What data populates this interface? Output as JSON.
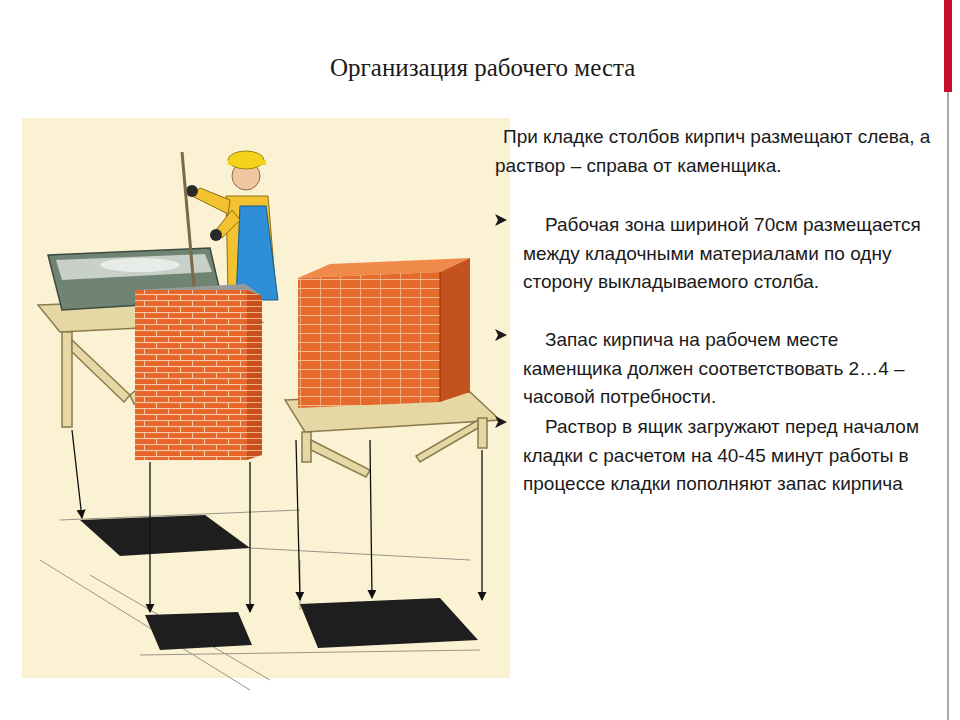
{
  "diagram": {
    "title": "Организация рабочего места",
    "labels": [
      "При кладке столбов кирпич размещают слева, а раствор – справа от каменщика.",
      "Рабочая зона шириной 70см размещается между кладочными материалами по одну сторону выкладываемого столба.",
      "Запас кирпича на рабочем месте каменщика должен соответствовать 2…4 – часовой потребности.",
      "Раствор в ящик загружают перед началом кладки с расчетом на 40-45 минут работы в процессе кладки пополняют запас кирпича"
    ]
  }
}
